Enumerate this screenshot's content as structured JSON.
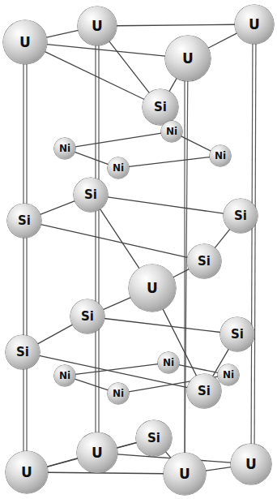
{
  "diagram": {
    "nodes": [
      {
        "text": [
          "U"
        ]
      },
      {
        "text": [
          "U"
        ]
      },
      {
        "text": [
          "U"
        ]
      },
      {
        "text": [
          "U"
        ]
      },
      {
        "text": [
          "Si"
        ]
      },
      {
        "text": [
          "Ni"
        ]
      },
      {
        "text": [
          "Ni"
        ]
      },
      {
        "text": [
          "Ni"
        ]
      },
      {
        "text": [
          "Ni"
        ]
      },
      {
        "text": [
          "Si"
        ]
      },
      {
        "text": [
          "Si"
        ]
      },
      {
        "text": [
          "Si"
        ]
      },
      {
        "text": [
          "Si"
        ]
      },
      {
        "text": [
          "U"
        ]
      },
      {
        "text": [
          "Si"
        ]
      },
      {
        "text": [
          "Si"
        ]
      },
      {
        "text": [
          "Si"
        ]
      },
      {
        "text": [
          "Ni"
        ]
      },
      {
        "text": [
          "Ni"
        ]
      },
      {
        "text": [
          "Ni"
        ]
      },
      {
        "text": [
          "Si"
        ]
      },
      {
        "text": [
          "Ni"
        ]
      },
      {
        "text": [
          "Si"
        ]
      },
      {
        "text": [
          "U"
        ]
      },
      {
        "text": [
          "U"
        ]
      },
      {
        "text": [
          "U"
        ]
      },
      {
        "text": [
          "U"
        ]
      }
    ],
    "edges": [
      {
        "from": 0,
        "to": 1,
        "arrow": "none"
      },
      {
        "from": 1,
        "to": 3,
        "arrow": "none"
      },
      {
        "from": 3,
        "to": 2,
        "arrow": "none"
      },
      {
        "from": 2,
        "to": 0,
        "arrow": "none"
      },
      {
        "from": 4,
        "to": 0,
        "arrow": "none"
      },
      {
        "from": 4,
        "to": 2,
        "arrow": "none"
      },
      {
        "from": 4,
        "to": 3,
        "arrow": "none"
      },
      {
        "from": 6,
        "to": 5,
        "arrow": "none"
      },
      {
        "from": 5,
        "to": 7,
        "arrow": "none"
      },
      {
        "from": 7,
        "to": 8,
        "arrow": "none"
      },
      {
        "from": 8,
        "to": 6,
        "arrow": "none"
      },
      {
        "from": 9,
        "to": 10,
        "arrow": "none"
      },
      {
        "from": 10,
        "to": 12,
        "arrow": "none"
      },
      {
        "from": 12,
        "to": 11,
        "arrow": "none"
      },
      {
        "from": 11,
        "to": 9,
        "arrow": "none"
      },
      {
        "from": 13,
        "to": 9,
        "arrow": "none"
      },
      {
        "from": 13,
        "to": 12,
        "arrow": "none"
      },
      {
        "from": 13,
        "to": 14,
        "arrow": "none"
      },
      {
        "from": 13,
        "to": 20,
        "arrow": "none"
      },
      {
        "from": 14,
        "to": 15,
        "arrow": "none"
      },
      {
        "from": 15,
        "to": 20,
        "arrow": "none"
      },
      {
        "from": 20,
        "to": 16,
        "arrow": "none"
      },
      {
        "from": 16,
        "to": 14,
        "arrow": "none"
      },
      {
        "from": 19,
        "to": 17,
        "arrow": "none"
      },
      {
        "from": 17,
        "to": 18,
        "arrow": "none"
      },
      {
        "from": 18,
        "to": 21,
        "arrow": "none"
      },
      {
        "from": 21,
        "to": 19,
        "arrow": "none"
      },
      {
        "from": 22,
        "to": 23,
        "arrow": "none"
      },
      {
        "from": 22,
        "to": 25,
        "arrow": "none"
      },
      {
        "from": 22,
        "to": 26,
        "arrow": "none"
      },
      {
        "from": 23,
        "to": 24,
        "arrow": "none"
      },
      {
        "from": 24,
        "to": 26,
        "arrow": "none"
      },
      {
        "from": 26,
        "to": 25,
        "arrow": "none"
      },
      {
        "from": 25,
        "to": 23,
        "arrow": "none"
      }
    ]
  }
}
